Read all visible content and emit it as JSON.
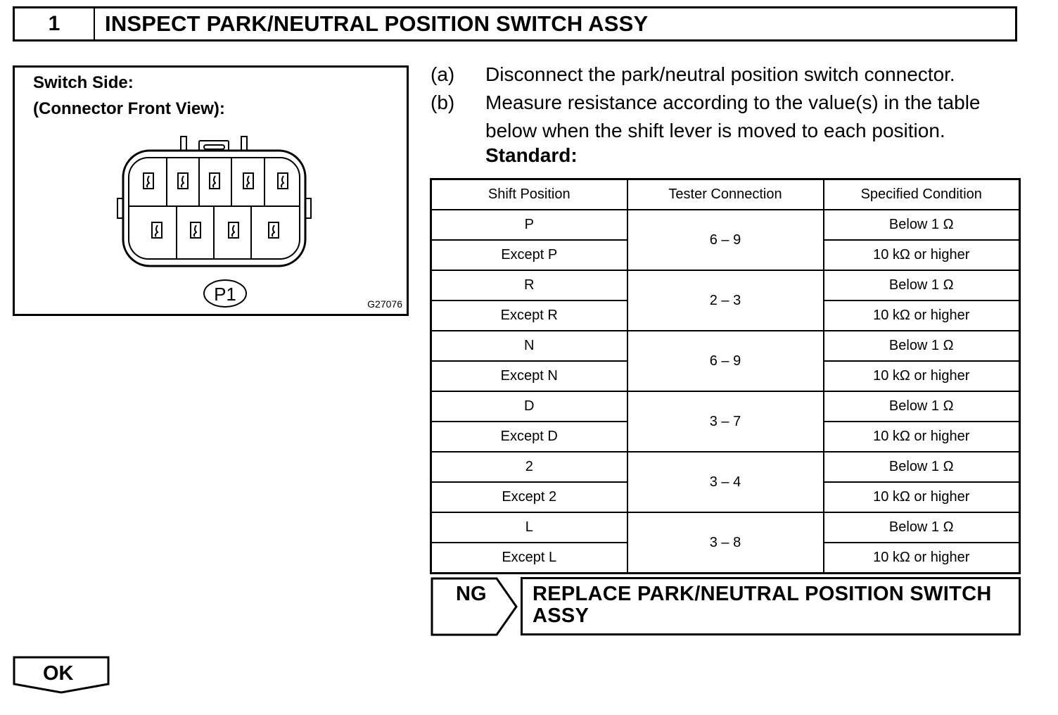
{
  "header": {
    "step": "1",
    "title": "INSPECT PARK/NEUTRAL POSITION SWITCH ASSY"
  },
  "diagram": {
    "label_line1": "Switch Side:",
    "label_line2": "(Connector Front View):",
    "connector_id": "P1",
    "figure_code": "G27076"
  },
  "instructions": [
    {
      "label": "(a)",
      "lines": [
        "Disconnect the park/neutral position switch connector."
      ]
    },
    {
      "label": "(b)",
      "lines": [
        "Measure resistance according to the value(s) in the table",
        "below when the shift lever is moved to each position."
      ]
    }
  ],
  "standard_label": "Standard:",
  "table": {
    "headers": [
      "Shift Position",
      "Tester Connection",
      "Specified Condition"
    ],
    "groups": [
      {
        "pos": "P",
        "except": "Except P",
        "conn": "6 – 9",
        "cond_on": "Below 1 Ω",
        "cond_off": "10 kΩ or higher"
      },
      {
        "pos": "R",
        "except": "Except R",
        "conn": "2 – 3",
        "cond_on": "Below 1 Ω",
        "cond_off": "10 kΩ or higher"
      },
      {
        "pos": "N",
        "except": "Except N",
        "conn": "6 – 9",
        "cond_on": "Below 1 Ω",
        "cond_off": "10 kΩ or higher"
      },
      {
        "pos": "D",
        "except": "Except D",
        "conn": "3 – 7",
        "cond_on": "Below 1 Ω",
        "cond_off": "10 kΩ or higher"
      },
      {
        "pos": "2",
        "except": "Except 2",
        "conn": "3 – 4",
        "cond_on": "Below 1 Ω",
        "cond_off": "10 kΩ or higher"
      },
      {
        "pos": "L",
        "except": "Except L",
        "conn": "3 – 8",
        "cond_on": "Below 1 Ω",
        "cond_off": "10 kΩ or higher"
      }
    ]
  },
  "ng": {
    "label": "NG",
    "action_line1": "REPLACE PARK/NEUTRAL POSITION SWITCH",
    "action_line2": "ASSY"
  },
  "ok": {
    "label": "OK"
  }
}
